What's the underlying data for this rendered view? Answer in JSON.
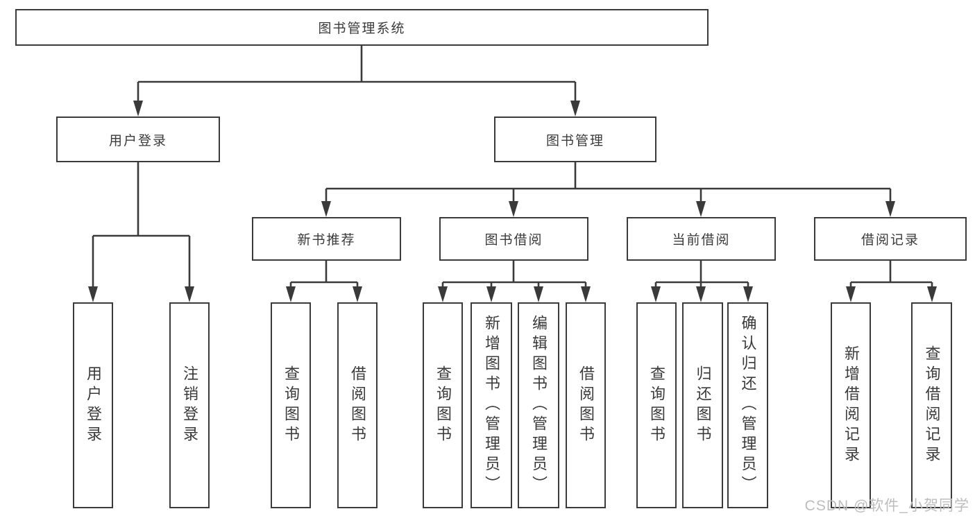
{
  "nodes": {
    "root": "图书管理系统",
    "user_login": "用户登录",
    "book_mgmt": "图书管理",
    "new_book_rec": "新书推荐",
    "book_borrow": "图书借阅",
    "current_borrow": "当前借阅",
    "borrow_record": "借阅记录",
    "l_user_login": "用户登录",
    "l_logout": "注销登录",
    "l_rec_query": "查询图书",
    "l_rec_borrow": "借阅图书",
    "l_bor_query": "查询图书",
    "l_bor_add": "新增图书（管理员）",
    "l_bor_edit": "编辑图书（管理员）",
    "l_bor_borrow": "借阅图书",
    "l_cur_query": "查询图书",
    "l_cur_return": "归还图书",
    "l_cur_confirm": "确认归还（管理员）",
    "l_his_add": "新增借阅记录",
    "l_his_query": "查询借阅记录"
  },
  "watermark": "CSDN @软件_小贺同学",
  "colors": {
    "line": "#3a3a3a",
    "text": "#3a3a3a",
    "watermark": "#bdbdbd",
    "background": "#ffffff"
  }
}
